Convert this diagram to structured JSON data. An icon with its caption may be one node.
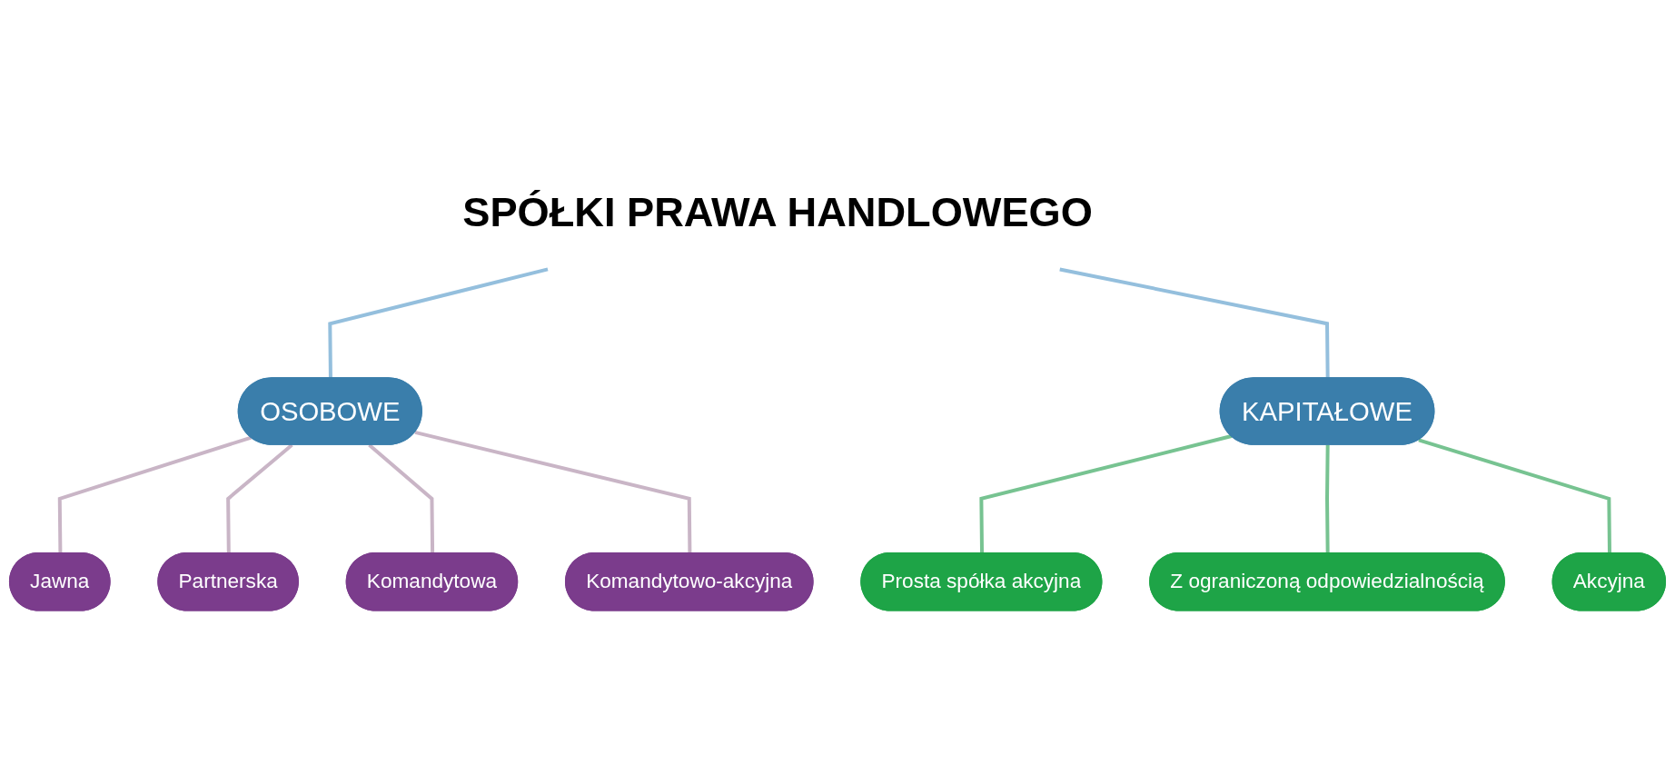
{
  "diagram": {
    "nodes": [
      {
        "text": [
          "SPÓŁKI PRAWA HANDLOWEGO"
        ]
      },
      {
        "text": [
          "OSOBOWE"
        ]
      },
      {
        "text": [
          "KAPITAŁOWE"
        ]
      },
      {
        "text": [
          "Jawna"
        ]
      },
      {
        "text": [
          "Partnerska"
        ]
      },
      {
        "text": [
          "Komandytowa"
        ]
      },
      {
        "text": [
          "Komandytowo-akcyjna"
        ]
      },
      {
        "text": [
          "Prosta spółka akcyjna"
        ]
      },
      {
        "text": [
          "Z ograniczoną odpowiedzialnością"
        ]
      },
      {
        "text": [
          "Akcyjna"
        ]
      }
    ],
    "edges": [
      {
        "from": 0,
        "to": 1,
        "arrow": "none",
        "color": "#94bfdd"
      },
      {
        "from": 0,
        "to": 2,
        "arrow": "none",
        "color": "#94bfdd"
      },
      {
        "from": 1,
        "to": 3,
        "arrow": "none"
      },
      {
        "from": 1,
        "to": 4,
        "arrow": "none"
      },
      {
        "from": 1,
        "to": 5,
        "arrow": "none"
      },
      {
        "from": 1,
        "to": 6,
        "arrow": "none"
      },
      {
        "from": 2,
        "to": 7,
        "arrow": "none",
        "color": "#77c391"
      },
      {
        "from": 2,
        "to": 8,
        "arrow": "none",
        "color": "#77c391"
      },
      {
        "from": 2,
        "to": 9,
        "arrow": "none",
        "color": "#77c391"
      }
    ]
  }
}
